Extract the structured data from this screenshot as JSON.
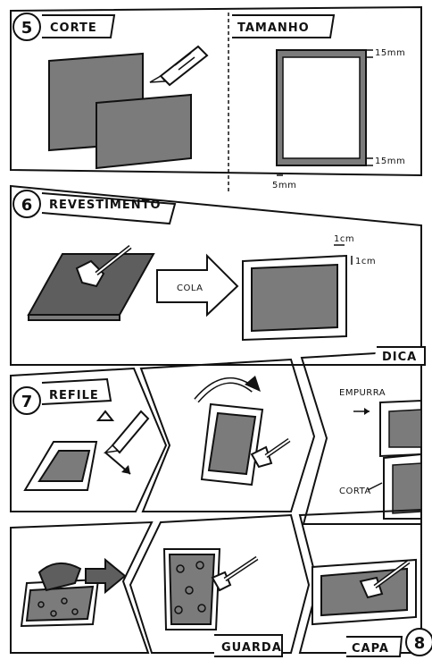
{
  "colors": {
    "ink": "#111111",
    "paper": "#ffffff",
    "fill_gray": "#7b7b7b",
    "fill_dark": "#5e5e5e"
  },
  "step5": {
    "number": "5",
    "label": "CORTE"
  },
  "tamanho": {
    "label": "TAMANHO",
    "margin_top": "15mm",
    "margin_bottom": "15mm",
    "margin_left": "5mm"
  },
  "step6": {
    "number": "6",
    "label": "REVESTIMENTO",
    "arrow_text": "COLA",
    "dim_width": "1cm",
    "dim_height": "1cm"
  },
  "step7": {
    "number": "7",
    "label": "REFILE"
  },
  "dica": {
    "label": "DICA",
    "push": "EMPURRA",
    "cut": "CORTA"
  },
  "guarda": {
    "label": "GUARDA"
  },
  "step8": {
    "number": "8",
    "label": "CAPA"
  },
  "icons": [
    "utility-knife-icon",
    "brush-icon",
    "rotate-arrow-icon",
    "right-arrow-icon"
  ]
}
